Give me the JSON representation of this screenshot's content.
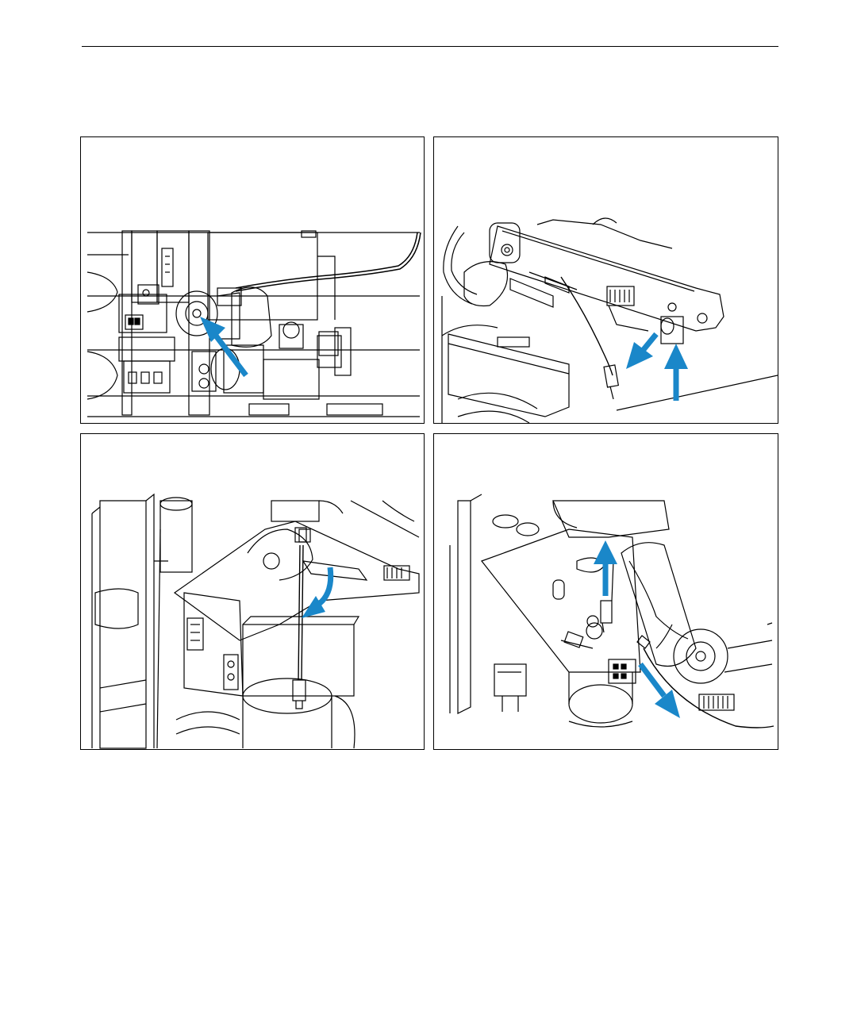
{
  "page": {
    "panels": [
      {
        "id": "step-1",
        "caption": ""
      },
      {
        "id": "step-2",
        "caption": ""
      },
      {
        "id": "step-3",
        "caption": ""
      },
      {
        "id": "step-4",
        "caption": ""
      }
    ],
    "colors": {
      "arrow": "#1a87c9",
      "line": "#000000",
      "background": "#ffffff"
    }
  }
}
